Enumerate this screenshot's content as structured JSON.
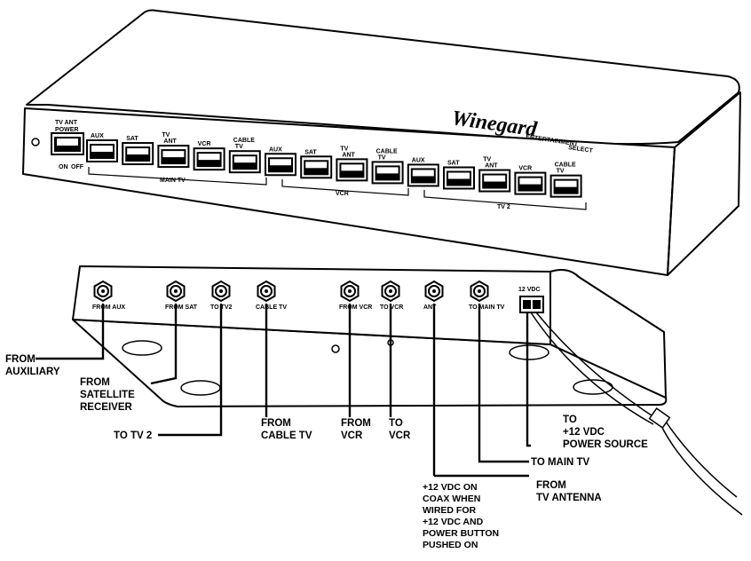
{
  "front_panel": {
    "brand": "Winegard",
    "subtitle_1": "ENTERTAINMENT",
    "subtitle_2": "SELECT",
    "power_label_1": "TV  ANT",
    "power_label_2": "POWER",
    "power_on": "ON",
    "power_off": "OFF",
    "buttons": [
      {
        "top": "AUX",
        "bottom": ""
      },
      {
        "top": "SAT",
        "bottom": ""
      },
      {
        "top": "TV",
        "bottom": "ANT"
      },
      {
        "top": "VCR",
        "bottom": ""
      },
      {
        "top": "CABLE",
        "bottom": "TV"
      },
      {
        "top": "AUX",
        "bottom": ""
      },
      {
        "top": "SAT",
        "bottom": ""
      },
      {
        "top": "TV",
        "bottom": "ANT"
      },
      {
        "top": "CABLE",
        "bottom": "TV"
      },
      {
        "top": "AUX",
        "bottom": ""
      },
      {
        "top": "SAT",
        "bottom": ""
      },
      {
        "top": "TV",
        "bottom": "ANT"
      },
      {
        "top": "VCR",
        "bottom": ""
      },
      {
        "top": "CABLE",
        "bottom": "TV"
      }
    ],
    "groups": [
      "MAIN  TV",
      "VCR",
      "TV  2"
    ]
  },
  "rear_panel": {
    "dc_label": "12  VDC",
    "jack_labels": [
      "FROM AUX",
      "FROM SAT",
      "TO TV2",
      "CABLE TV",
      "FROM VCR",
      "TO VCR",
      "ANT",
      "TO MAIN TV"
    ]
  },
  "callouts": {
    "from_auxiliary": [
      "FROM",
      "AUXILIARY"
    ],
    "from_satellite": [
      "FROM",
      "SATELLITE",
      "RECEIVER"
    ],
    "to_tv2": [
      "TO TV 2"
    ],
    "from_cable": [
      "FROM",
      "CABLE TV"
    ],
    "from_vcr": [
      "FROM",
      "VCR"
    ],
    "to_vcr": [
      "TO",
      "VCR"
    ],
    "to_main_tv": [
      "TO MAIN TV"
    ],
    "power_source": [
      "TO",
      "+12 VDC",
      "POWER SOURCE"
    ],
    "from_antenna": [
      "FROM",
      "TV ANTENNA"
    ],
    "coax_note": [
      "+12 VDC ON",
      "COAX WHEN",
      "WIRED FOR",
      "+12 VDC AND",
      "POWER BUTTON",
      "PUSHED ON"
    ]
  }
}
